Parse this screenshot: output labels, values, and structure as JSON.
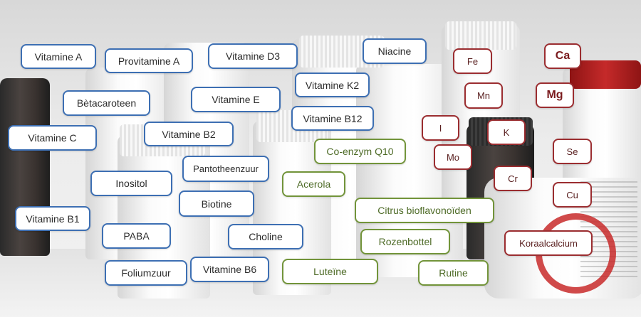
{
  "colors": {
    "vitamin_border": "#3d6fb3",
    "herbal_border": "#72943a",
    "mineral_border": "#9b2d30"
  },
  "vitamins": [
    "Vitamine A",
    "Provitamine A",
    "Vitamine D3",
    "Niacine",
    "Bètacaroteen",
    "Vitamine E",
    "Vitamine K2",
    "Vitamine B12",
    "Vitamine C",
    "Vitamine B2",
    "Pantotheenzuur",
    "Inositol",
    "Biotine",
    "Vitamine B1",
    "PABA",
    "Choline",
    "Foliumzuur",
    "Vitamine B6"
  ],
  "herbals": [
    "Co-enzym Q10",
    "Acerola",
    "Citrus bioflavonoïden",
    "Rozenbottel",
    "Luteïne",
    "Rutine"
  ],
  "minerals": [
    "Fe",
    "Ca",
    "Mn",
    "Mg",
    "I",
    "K",
    "Mo",
    "Se",
    "Cr",
    "Cu",
    "Koraalcalcium"
  ]
}
